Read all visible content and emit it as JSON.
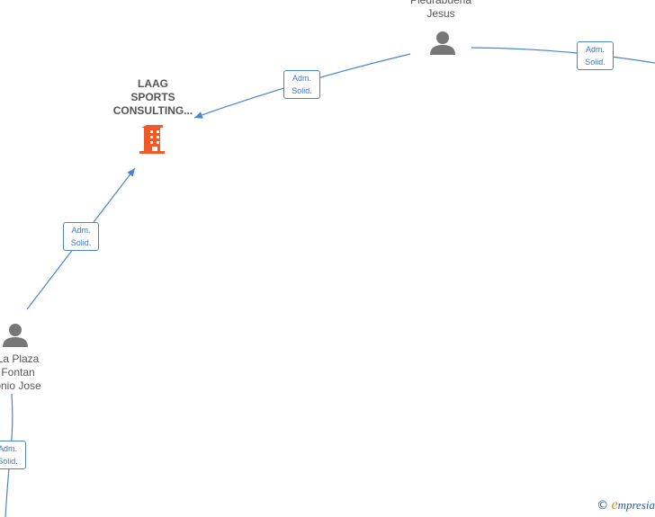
{
  "nodes": {
    "company": {
      "lines": [
        "LAAG",
        "SPORTS",
        "CONSULTING..."
      ],
      "icon": "building-icon",
      "color": "#f05a28"
    },
    "person_top": {
      "lines": [
        "Piedrabuena",
        "Jesus"
      ],
      "icon": "person-icon"
    },
    "person_left": {
      "lines": [
        "La Plaza",
        "Fontan",
        "onio Jose"
      ],
      "icon": "person-icon"
    }
  },
  "edges": [
    {
      "line1": "Adm.",
      "line2": "Solid."
    },
    {
      "line1": "Adm.",
      "line2": "Solid."
    },
    {
      "line1": "Adm.",
      "line2": "Solid."
    },
    {
      "line1": "Adm.",
      "line2": "Solid."
    }
  ],
  "footer": {
    "copyright": "©",
    "brand_initial": "e",
    "brand_rest": "mpresia"
  },
  "colors": {
    "edge": "#4a86c8",
    "person": "#777777",
    "company": "#f05a28"
  }
}
